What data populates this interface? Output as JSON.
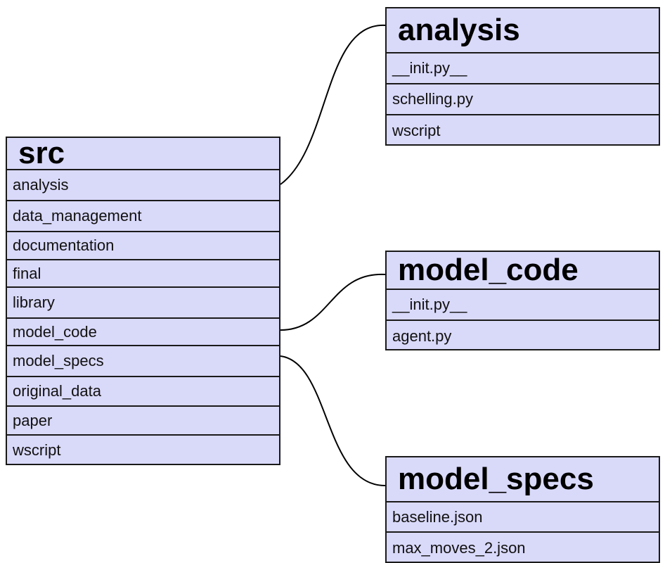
{
  "diagram": {
    "nodes": [
      {
        "id": "src",
        "title": "src",
        "rows": [
          "analysis",
          "data_management",
          "documentation",
          "final",
          "library",
          "model_code",
          "model_specs",
          "original_data",
          "paper",
          "wscript"
        ]
      },
      {
        "id": "analysis",
        "title": "analysis",
        "rows": [
          "__init.py__",
          "schelling.py",
          "wscript"
        ]
      },
      {
        "id": "model_code",
        "title": "model_code",
        "rows": [
          "__init.py__",
          "agent.py"
        ]
      },
      {
        "id": "model_specs",
        "title": "model_specs",
        "rows": [
          "baseline.json",
          "max_moves_2.json"
        ]
      }
    ],
    "edges": [
      {
        "from": "src.analysis",
        "to": "analysis"
      },
      {
        "from": "src.model_code",
        "to": "model_code"
      },
      {
        "from": "src.model_specs",
        "to": "model_specs"
      }
    ],
    "colors": {
      "node_fill": "#d9d9fa",
      "border": "#1a1a1a",
      "edge": "#000000"
    }
  }
}
